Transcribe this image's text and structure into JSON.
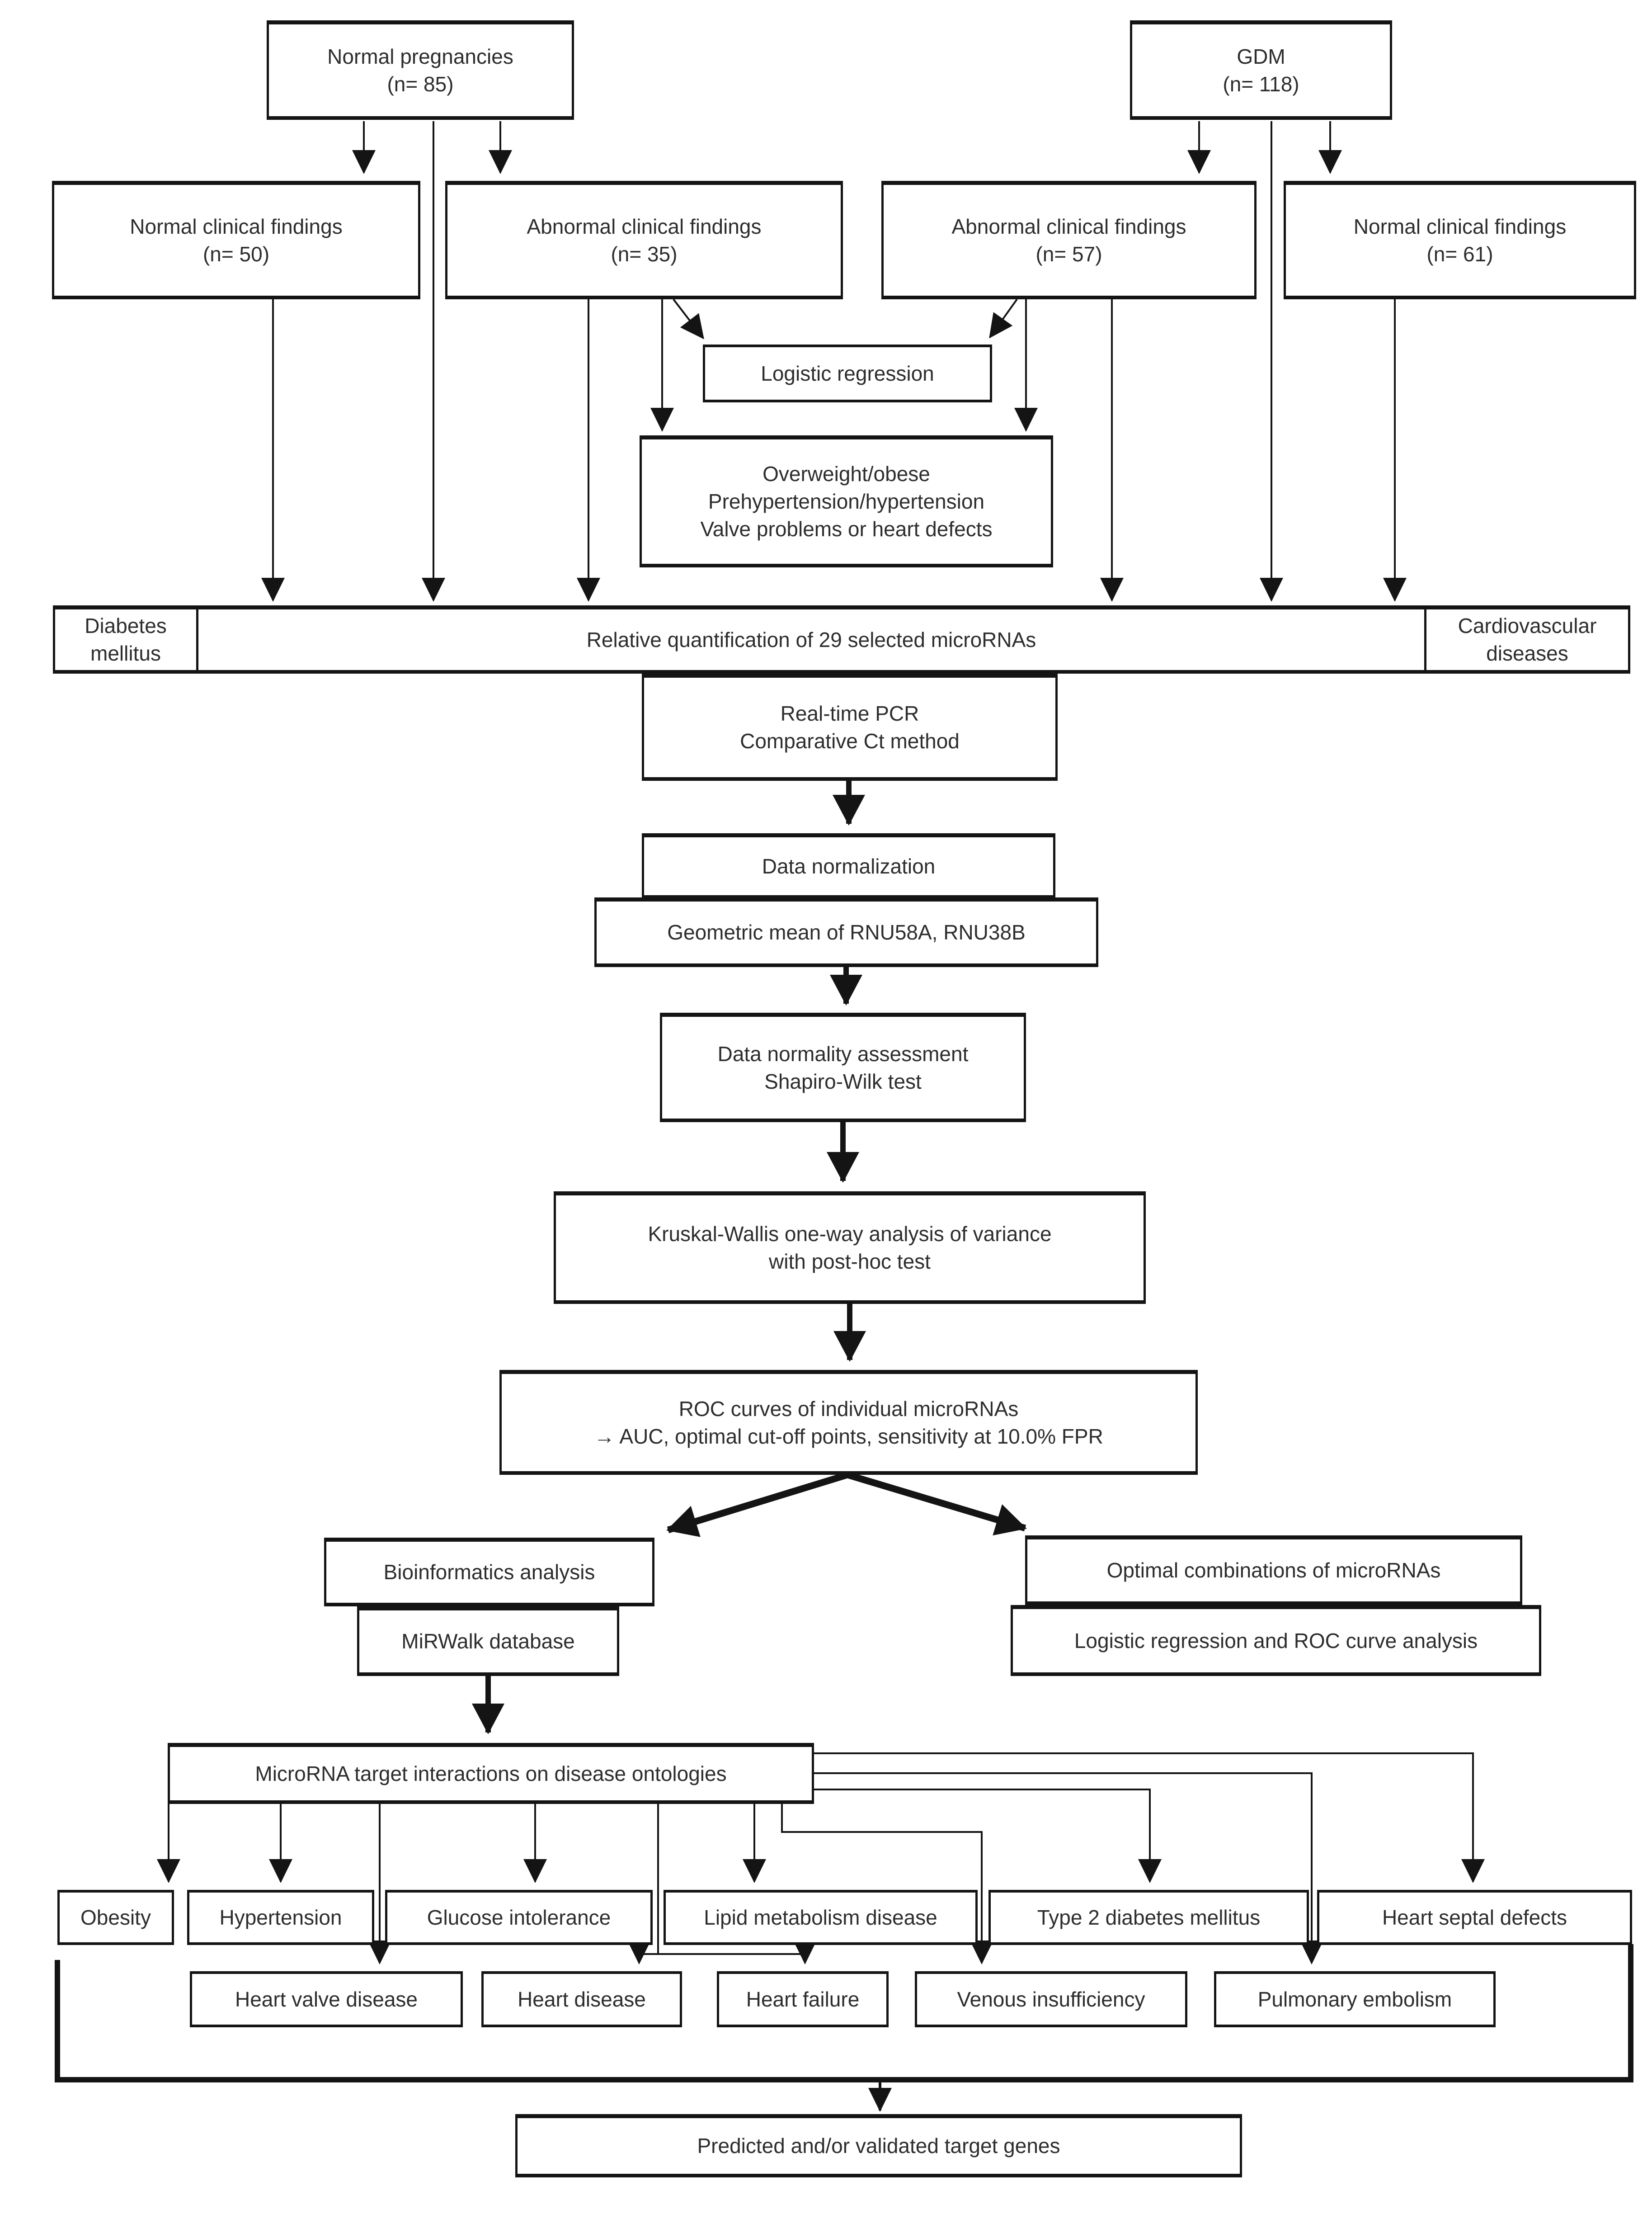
{
  "nodes": {
    "normal_pregnancies": "Normal pregnancies\n(n= 85)",
    "gdm": "GDM\n(n= 118)",
    "normal_findings_np": "Normal clinical findings\n(n= 50)",
    "abnormal_findings_np": "Abnormal clinical findings\n(n= 35)",
    "abnormal_findings_gdm": "Abnormal clinical findings\n(n= 57)",
    "normal_findings_gdm": "Normal clinical findings\n(n= 61)",
    "logistic_regression": "Logistic regression",
    "risk_findings": "Overweight/obese\nPrehypertension/hypertension\nValve problems or heart defects",
    "diabetes_mellitus": "Diabetes\nmellitus",
    "relative_quantification": "Relative quantification of 29 selected microRNAs",
    "cardiovascular_diseases": "Cardiovascular\ndiseases",
    "real_time_pcr": "Real-time PCR\nComparative Ct method",
    "data_normalization": "Data normalization",
    "geometric_mean": "Geometric mean of RNU58A, RNU38B",
    "data_normality": "Data normality assessment\nShapiro-Wilk test",
    "kruskal_wallis": "Kruskal-Wallis one-way analysis of variance\nwith post-hoc test",
    "roc_curves": "ROC curves of individual microRNAs\n→ AUC, optimal cut-off points, sensitivity at 10.0% FPR",
    "bioinformatics": "Bioinformatics analysis",
    "mirwalk": "MiRWalk database",
    "optimal_combinations": "Optimal combinations of microRNAs",
    "logistic_roc": "Logistic regression and ROC curve analysis",
    "ontologies": "MicroRNA target interactions on disease ontologies",
    "obesity": "Obesity",
    "hypertension": "Hypertension",
    "glucose_intolerance": "Glucose intolerance",
    "lipid_metabolism": "Lipid metabolism disease",
    "type2_diabetes": "Type 2 diabetes mellitus",
    "heart_septal_defects": "Heart septal defects",
    "heart_valve_disease": "Heart valve disease",
    "heart_disease": "Heart disease",
    "heart_failure": "Heart failure",
    "venous_insufficiency": "Venous insufficiency",
    "pulmonary_embolism": "Pulmonary embolism",
    "target_genes": "Predicted and/or validated target genes"
  },
  "colors": {
    "line": "#141414",
    "box_border": "#141414",
    "box_background": "#ffffff",
    "text": "#2d2d2d",
    "page_background": "#ffffff"
  }
}
